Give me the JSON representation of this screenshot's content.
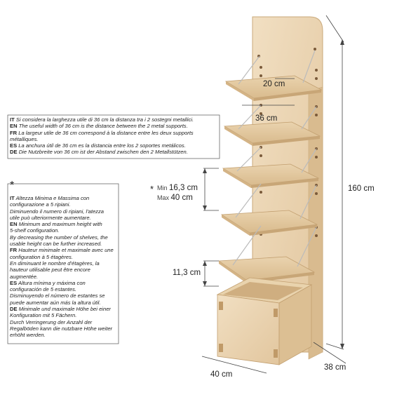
{
  "dimensions": {
    "shelf_depth": "20 cm",
    "shelf_width": "36 cm",
    "min_label": "Min",
    "min_value": "16,3 cm",
    "max_label": "Max",
    "max_value": "40 cm",
    "bottom_gap": "11,3 cm",
    "height": "160 cm",
    "base_width": "40 cm",
    "base_depth": "38 cm",
    "asterisk": "*"
  },
  "note_width": [
    {
      "lang": "IT",
      "lines": [
        "Si considera la larghezza utile di 36 cm la distanza tra i 2 sostegni metallici."
      ]
    },
    {
      "lang": "EN",
      "lines": [
        "The useful width of 36 cm is the distance between the 2 metal supports."
      ]
    },
    {
      "lang": "FR",
      "lines": [
        "La largeur utile de 36 cm correspond à la distance entre les deux supports",
        "métalliques."
      ]
    },
    {
      "lang": "ES",
      "lines": [
        "La anchura útil de 36 cm es la distancia entre los 2 soportes metálicos."
      ]
    },
    {
      "lang": "DE",
      "lines": [
        "Die Nutzbreite von 36 cm ist der Abstand zwischen den 2 Metallstützen."
      ]
    }
  ],
  "note_height": [
    {
      "lang": "IT",
      "lines": [
        "Altezza Minima e Massima con",
        "configurazione a 5 ripiani.",
        "Diminuendo il numero di ripiani, l'atezza",
        "utile può ulteriormente aumentare."
      ]
    },
    {
      "lang": "EN",
      "lines": [
        "Minimum and maximum height with",
        "5-shelf configuration.",
        "By decreasing the number of shelves, the",
        "usable height can be further increased."
      ]
    },
    {
      "lang": "FR",
      "lines": [
        "Hauteur minimale et maximale avec une",
        "configuration à 5 étagères.",
        "En diminuant le nombre d'étagères, la",
        "hauteur utilisable peut être encore",
        "augmentée."
      ]
    },
    {
      "lang": "ES",
      "lines": [
        "Altura mínima y máxima con",
        "configuración de 5 estantes.",
        "Disminuyendo el número de estantes se",
        "puede aumentar aún más la altura útil."
      ]
    },
    {
      "lang": "DE",
      "lines": [
        "Minimale und maximale Höhe bei einer",
        "Konfiguration mit 5 Fächern.",
        "Durch Verringerung der Anzahl der",
        "Regalböden kann die nutzbare Höhe weiter",
        "erhöht werden."
      ]
    }
  ],
  "colors": {
    "wood_light": "#ecd6b3",
    "wood_mid": "#ddc197",
    "wood_dark": "#c8a677",
    "dimension_line": "#444444"
  }
}
